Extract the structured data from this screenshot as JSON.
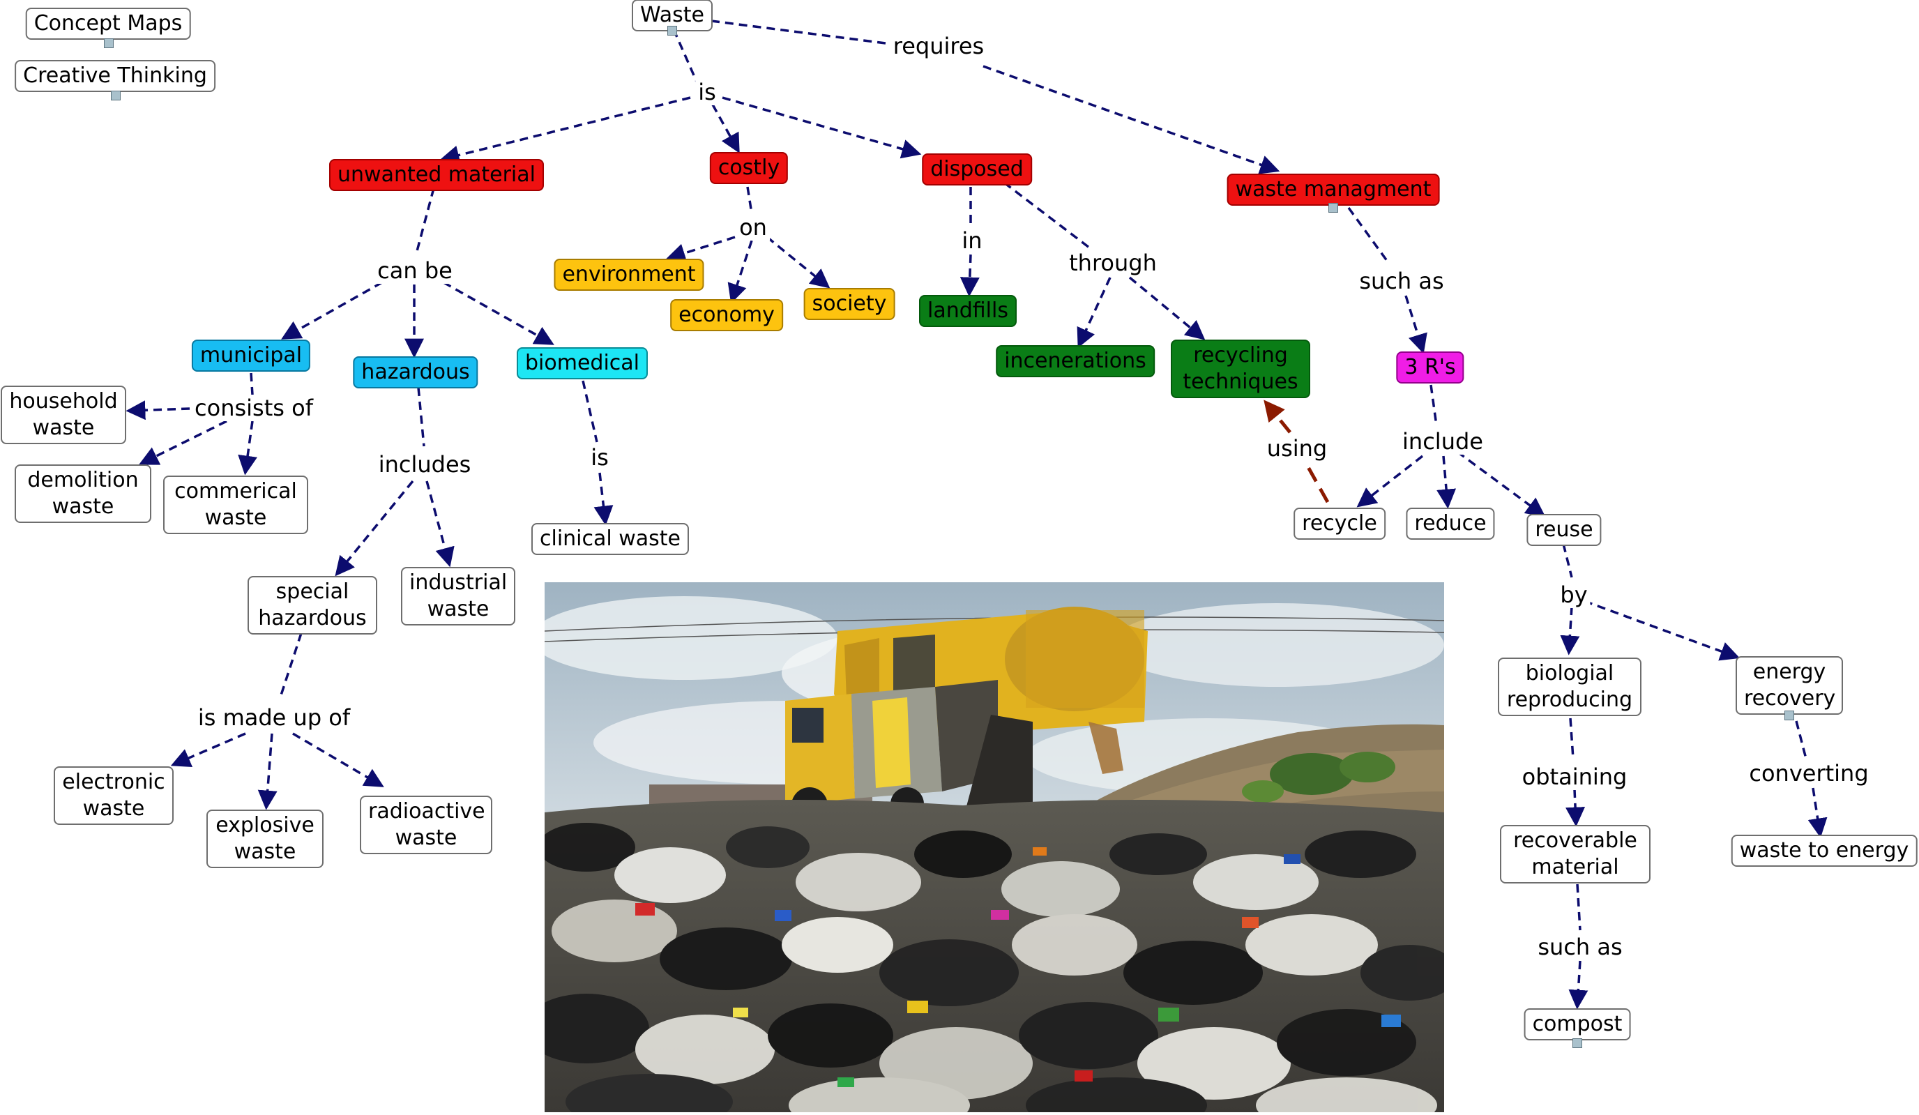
{
  "concepts": {
    "concept_maps": "Concept Maps",
    "creative_thinking": "Creative Thinking",
    "waste": "Waste",
    "unwanted_material": "unwanted material",
    "costly": "costly",
    "disposed": "disposed",
    "waste_managment": "waste managment",
    "environment": "environment",
    "economy": "economy",
    "society": "society",
    "landfills": "landfills",
    "incenerations": "incenerations",
    "recycling_techniques": "recycling techniques",
    "three_rs": "3  R's",
    "municipal": "municipal",
    "hazardous": "hazardous",
    "biomedical": "biomedical",
    "household_waste": "household waste",
    "demolition_waste": "demolition waste",
    "commerical_waste": "commerical waste",
    "clinical_waste": "clinical waste",
    "special_hazardous": "special hazardous",
    "industrial_waste": "industrial waste",
    "electronic_waste": "electronic waste",
    "explosive_waste": "explosive waste",
    "radioactive_waste": "radioactive waste",
    "recycle": "recycle",
    "reduce": "reduce",
    "reuse": "reuse",
    "biologial_reproducing": "biologial reproducing",
    "energy_recovery": "energy recovery",
    "recoverable_material": "recoverable material",
    "waste_to_energy": "waste to energy",
    "compost": "compost"
  },
  "links": {
    "requires": "requires",
    "is_main": "is",
    "can_be": "can be",
    "on": "on",
    "in": "in",
    "through": "through",
    "such_as_1": "such as",
    "consists_of": "consists of",
    "includes": "includes",
    "is_bio": "is",
    "is_made_up_of": "is made up of",
    "include": "include",
    "using": "using",
    "by": "by",
    "obtaining": "obtaining",
    "converting": "converting",
    "such_as_2": "such as"
  },
  "colors": {
    "link_line": "#0c0c6e",
    "using_line": "#8b1a00",
    "red": "#ee1111",
    "yellow": "#fdc30f",
    "green": "#0a7d16",
    "blue": "#18bdf2",
    "cyan": "#1de6f4",
    "magenta": "#f01de6"
  },
  "image": {
    "subject": "landfill-with-garbage-truck"
  }
}
